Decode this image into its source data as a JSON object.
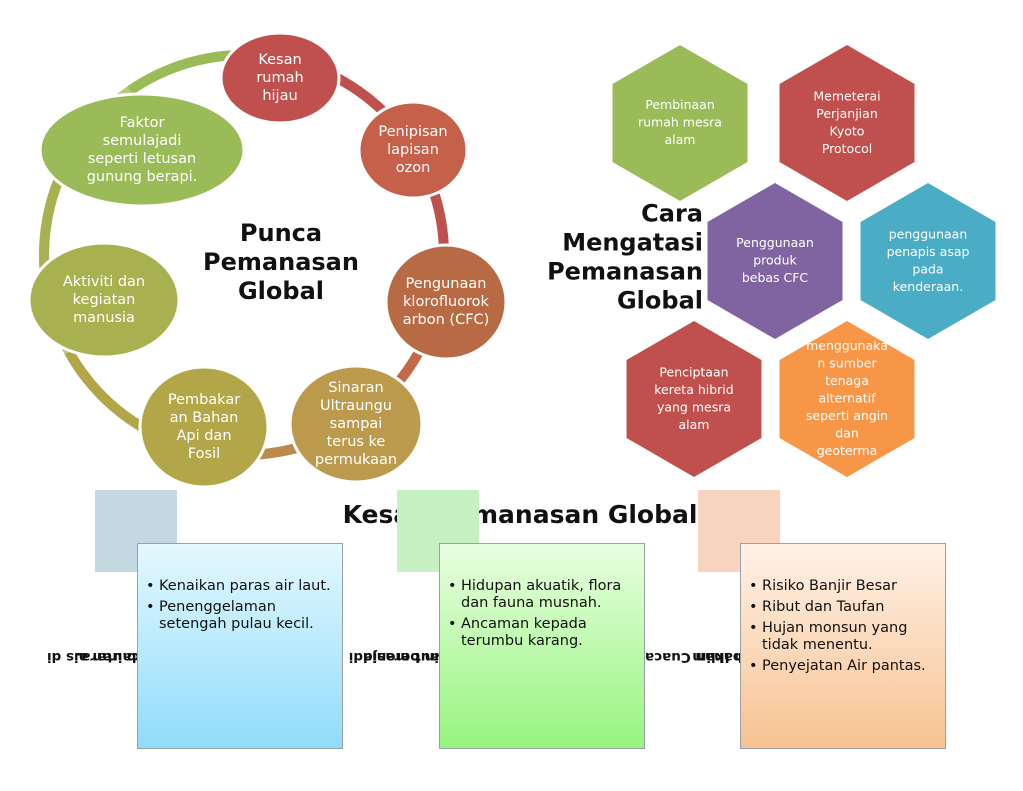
{
  "causes": {
    "title_lines": [
      "Punca",
      "Pemanasan",
      "Global"
    ],
    "items": [
      {
        "lines": [
          "Kesan",
          "rumah",
          "hijau"
        ],
        "color": "#c0504d"
      },
      {
        "lines": [
          "Penipisan",
          "lapisan",
          "ozon"
        ],
        "color": "#c5604a"
      },
      {
        "lines": [
          "Pengunaan",
          "klorofluorok",
          "arbon (CFC)"
        ],
        "color": "#b86a44"
      },
      {
        "lines": [
          "Sinaran",
          "Ultraungu",
          "sampai",
          "terus ke",
          "permukaan"
        ],
        "color": "#bb9a4d"
      },
      {
        "lines": [
          "Pembakar",
          "an Bahan",
          "Api  dan",
          "Fosil"
        ],
        "color": "#b3a648"
      },
      {
        "lines": [
          "Aktiviti dan",
          "kegiatan",
          "manusia"
        ],
        "color": "#a7b14f"
      },
      {
        "lines": [
          "Faktor",
          "semulajadi",
          "seperti letusan",
          "gunung berapi."
        ],
        "color": "#9bbb59"
      }
    ]
  },
  "solutions": {
    "title_lines": [
      "Cara",
      "Mengatasi",
      "Pemanasan",
      "Global"
    ],
    "items": [
      {
        "lines": [
          "Pembinaan",
          "rumah mesra",
          "alam"
        ],
        "color": "#9bbb59"
      },
      {
        "lines": [
          "Memeterai",
          "Perjanjian",
          "Kyoto",
          "Protocol"
        ],
        "color": "#c0504d"
      },
      {
        "lines": [
          "Penggunaan",
          "produk",
          "bebas CFC"
        ],
        "color": "#8064a2"
      },
      {
        "lines": [
          "penggunaan",
          "penapis asap",
          "pada",
          "kenderaan."
        ],
        "color": "#4bacc6"
      },
      {
        "lines": [
          "Penciptaan",
          "kereta hibrid",
          "yang mesra",
          "alam"
        ],
        "color": "#c0504d"
      },
      {
        "lines": [
          "menggunaka",
          "n sumber",
          "tenaga",
          "alternatif",
          "seperti angin",
          "dan",
          "geoterma"
        ],
        "color": "#f79646"
      }
    ]
  },
  "effects": {
    "title": "Kesan Pemanasan Global",
    "panels": [
      {
        "label_lines": [
          "Pencairan ais di",
          "kutub utara."
        ],
        "bullets": [
          "Kenaikan paras air laut.",
          "Penenggelaman setengah pulau kecil."
        ]
      },
      {
        "label_lines": [
          "Air laut menjadi",
          "semakin berasid"
        ],
        "bullets": [
          "Hidupan akuatik, flora dan fauna musnah.",
          "Ancaman kepada terumbu karang."
        ]
      },
      {
        "label_lines": [
          "Perubahan Cuaca",
          "dan Iklim"
        ],
        "bullets": [
          "Risiko Banjir Besar",
          "Ribut dan Taufan",
          "Hujan monsun yang tidak menentu.",
          "Penyejatan Air pantas."
        ]
      }
    ]
  }
}
